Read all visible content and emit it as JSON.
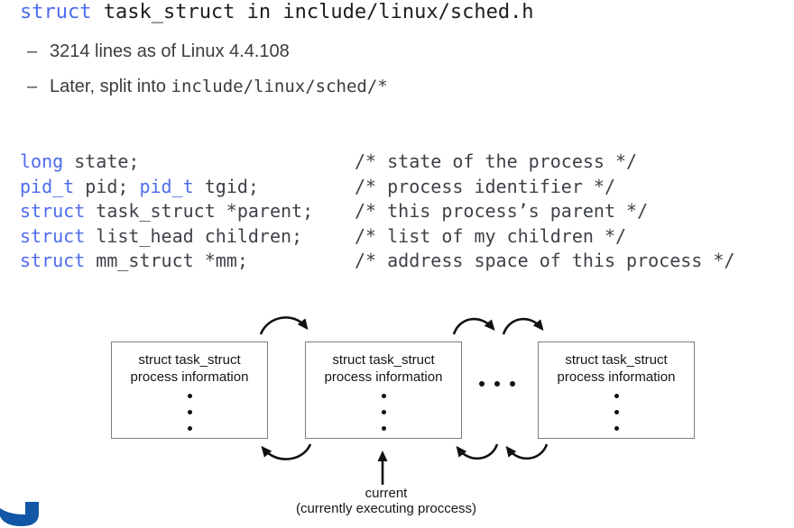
{
  "colors": {
    "keyword_blue": "#4f6bee",
    "text_dark": "#3e4248",
    "logo_blue": "#1157a6",
    "diagram_line": "#111111",
    "box_border": "#7e7e7e"
  },
  "title": {
    "keyword": "struct",
    "rest": " task_struct in include/linux/sched.h"
  },
  "bullets": [
    {
      "dash": "–",
      "text": "3214 lines as of Linux 4.4.108"
    },
    {
      "dash": "–",
      "text_prefix": "Later, split into ",
      "code": "include/linux/sched/*"
    }
  ],
  "code": {
    "lines": [
      {
        "k0": "long",
        "p0": " state;",
        "k1": "",
        "p1": "",
        "comment": "/* state of the process */"
      },
      {
        "k0": "pid_t",
        "p0": " pid; ",
        "k1": "pid_t",
        "p1": " tgid;",
        "comment": "/* process identifier */"
      },
      {
        "k0": "struct",
        "p0": " task_struct *parent;",
        "k1": "",
        "p1": "",
        "comment": "/* this process’s parent */"
      },
      {
        "k0": "struct",
        "p0": " list_head children;",
        "k1": "",
        "p1": "",
        "comment": "/* list of my children */"
      },
      {
        "k0": "struct",
        "p0": " mm_struct *mm;",
        "k1": "",
        "p1": "",
        "comment": "/* address space of this process */"
      }
    ]
  },
  "diagram": {
    "boxes": [
      {
        "line1": "struct task_struct",
        "line2": "process information",
        "vdots": 3
      },
      {
        "line1": "struct task_struct",
        "line2": "process information",
        "vdots": 3
      },
      {
        "line1": "struct task_struct",
        "line2": "process information",
        "vdots": 3
      }
    ],
    "ellipsis_dots": 3,
    "current_label": {
      "line1": "current",
      "line2": "(currently executing proccess)"
    }
  }
}
